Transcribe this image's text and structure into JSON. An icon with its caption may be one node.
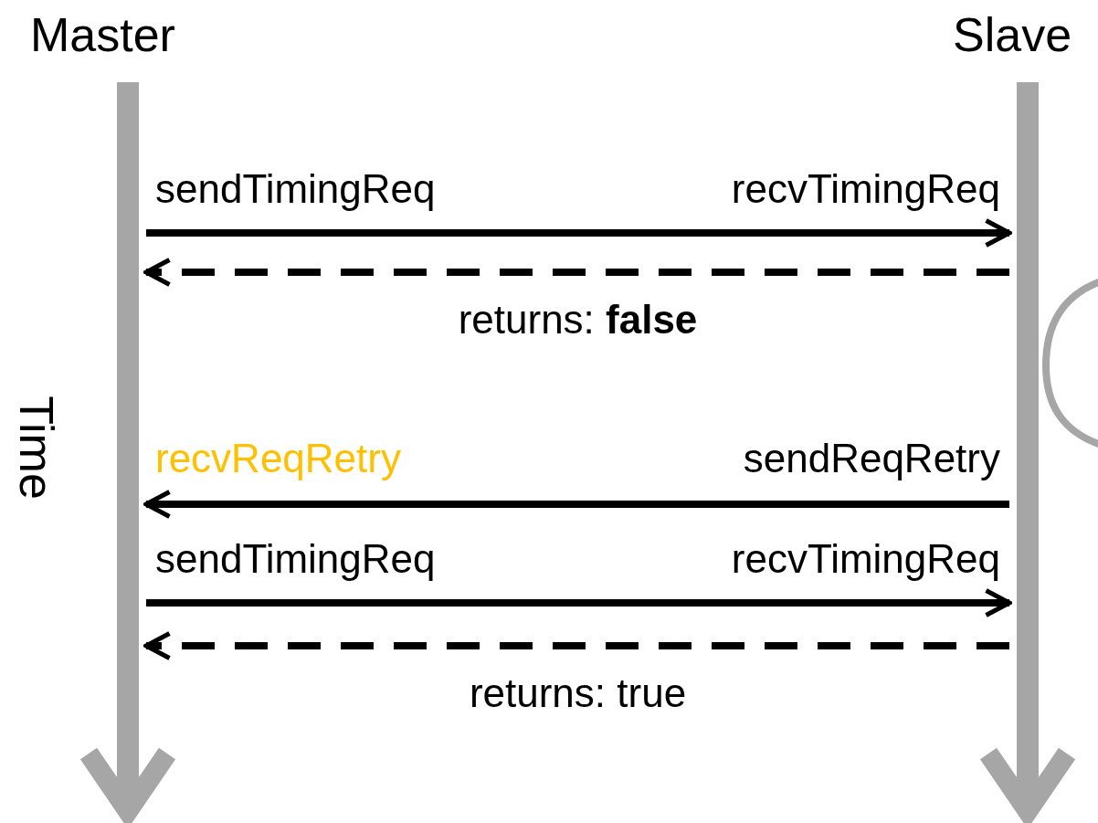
{
  "diagram": {
    "nodes": [
      {
        "text": [
          "Master"
        ]
      },
      {
        "text": [
          "Slave"
        ]
      }
    ],
    "edges": [
      {
        "from": 0,
        "to": 1,
        "arrow": "to"
      },
      {
        "from": 1,
        "to": 0,
        "arrow": "to",
        "style": "dashed",
        "label": "returns: **false**"
      },
      {
        "from": 1,
        "to": 0,
        "arrow": "to"
      },
      {
        "from": 0,
        "to": 1,
        "arrow": "to"
      },
      {
        "from": 1,
        "to": 0,
        "arrow": "to",
        "style": "dashed",
        "label": "returns: true"
      }
    ],
    "labels": [
      "sendTimingReq",
      "recvTimingReq",
      "Time",
      "recvReqRetry",
      "sendReqRetry",
      "sendTimingReq",
      "recvTimingReq"
    ]
  }
}
